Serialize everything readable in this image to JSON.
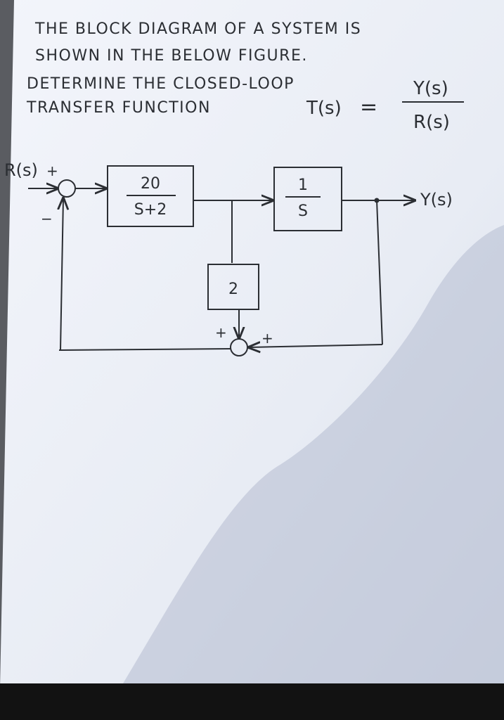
{
  "question": {
    "line1": "THE BLOCK DIAGRAM OF A SYSTEM IS",
    "line2": "SHOWN IN THE BELOW FIGURE.",
    "line3": "DETERMINE THE CLOSED-LOOP",
    "line4": "TRANSFER FUNCTION",
    "tf_lhs": "T(s)",
    "tf_equals": "=",
    "tf_numerator": "Y(s)",
    "tf_denominator": "R(s)"
  },
  "diagram": {
    "input_label": "R(s)",
    "input_sign": "+",
    "feedback_sign": "−",
    "block1_num": "20",
    "block1_den": "S+2",
    "block2_num": "1",
    "block2_den": "S",
    "block3_value": "2",
    "output_label": "Y(s)",
    "sum2_sign_top": "+",
    "sum2_sign_right": "+"
  },
  "colors": {
    "paper": "#edf0f6",
    "ink": "#2b2e33",
    "shadow": "#b4bcd0",
    "background": "#1a1a1a"
  }
}
